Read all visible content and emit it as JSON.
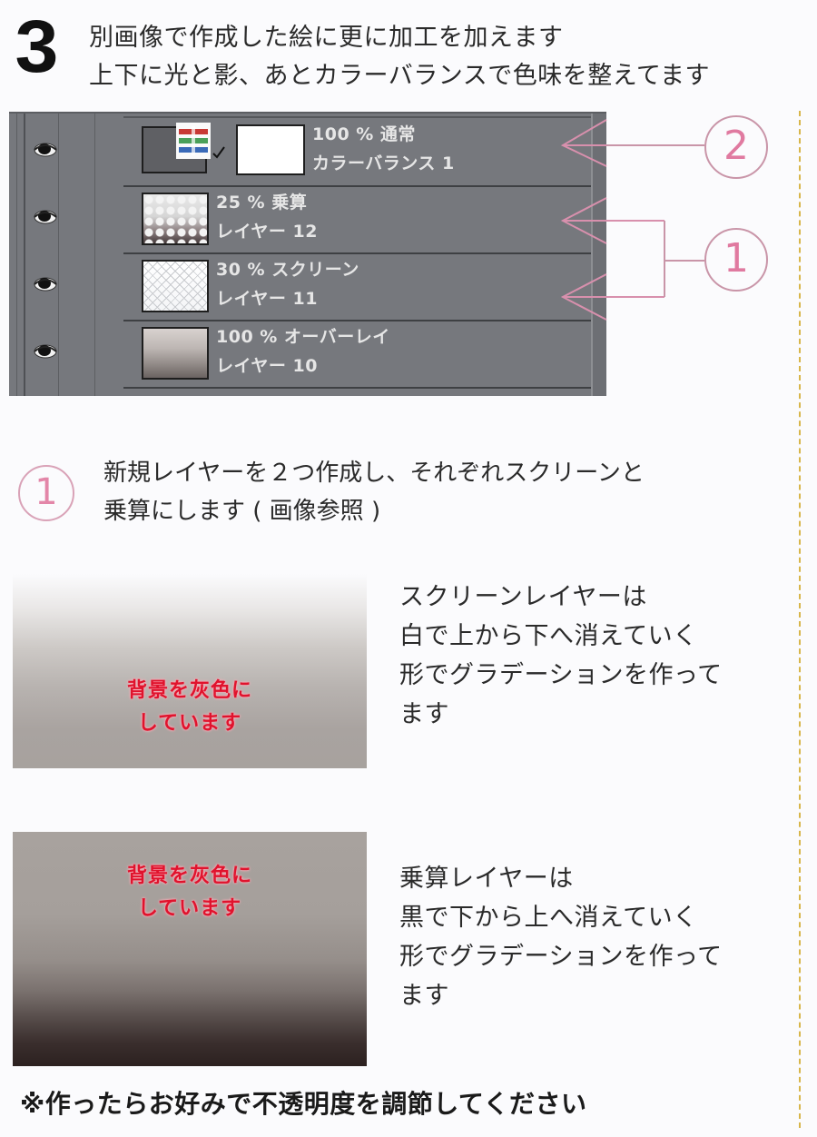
{
  "step": {
    "number": "3",
    "lines": [
      "別画像で作成した絵に更に加工を加えます",
      "上下に光と影、あとカラーバランスで色味を整えてます"
    ]
  },
  "layer_panel": {
    "layers": [
      {
        "opacity_mode": "100 % 通常",
        "name": "カラーバランス 1",
        "type": "adjustment",
        "visible": true
      },
      {
        "opacity_mode": "25 % 乗算",
        "name": "レイヤー 12",
        "type": "raster",
        "visible": true
      },
      {
        "opacity_mode": "30 % スクリーン",
        "name": "レイヤー 11",
        "type": "raster",
        "visible": true
      },
      {
        "opacity_mode": "100 % オーバーレイ",
        "name": "レイヤー 10",
        "type": "raster",
        "visible": true
      }
    ]
  },
  "callouts": {
    "two": "2",
    "one": "1"
  },
  "section1": {
    "marker": "1",
    "lines": [
      "新規レイヤーを２つ作成し、それぞれスクリーンと",
      "乗算にします ( 画像参照 )"
    ]
  },
  "screen_example": {
    "note_lines": [
      "背景を灰色に",
      "しています"
    ],
    "desc_lines": [
      "スクリーンレイヤーは",
      "白で上から下へ消えていく",
      "形でグラデーションを作って",
      "ます"
    ]
  },
  "multiply_example": {
    "note_lines": [
      "背景を灰色に",
      "しています"
    ],
    "desc_lines": [
      "乗算レイヤーは",
      "黒で下から上へ消えていく",
      "形でグラデーションを作って",
      "ます"
    ]
  },
  "footer": {
    "note": "※作ったらお好みで不透明度を調節してください"
  },
  "colors": {
    "accent_pink": "#e07aa0",
    "callout_line": "#c995a8",
    "note_red": "#e0132d",
    "guide_dash": "#d8b64a",
    "panel_bg": "#76787d"
  }
}
